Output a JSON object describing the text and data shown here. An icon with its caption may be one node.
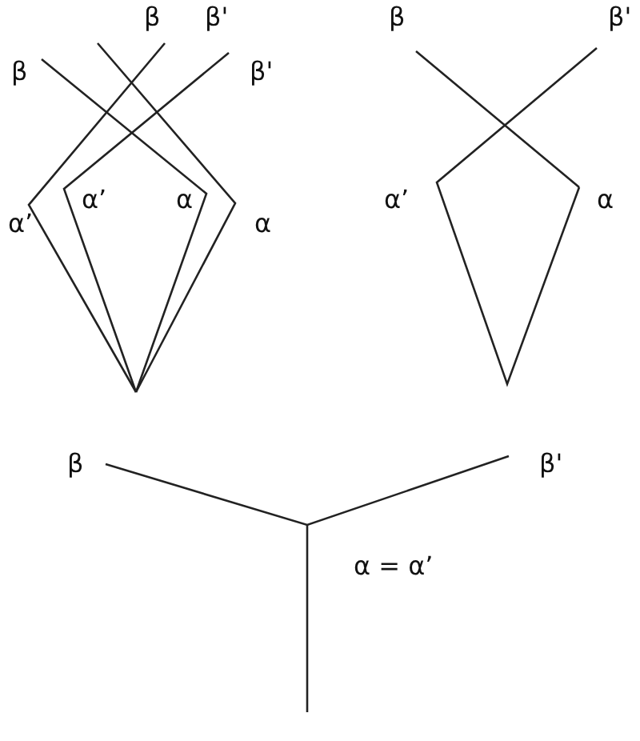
{
  "diagram": {
    "labels": [
      "β",
      "β'",
      "β",
      "β'",
      "β",
      "β'",
      "α’",
      "α",
      "α’",
      "α",
      "α’",
      "α",
      "β",
      "β'",
      "α = α’"
    ]
  }
}
